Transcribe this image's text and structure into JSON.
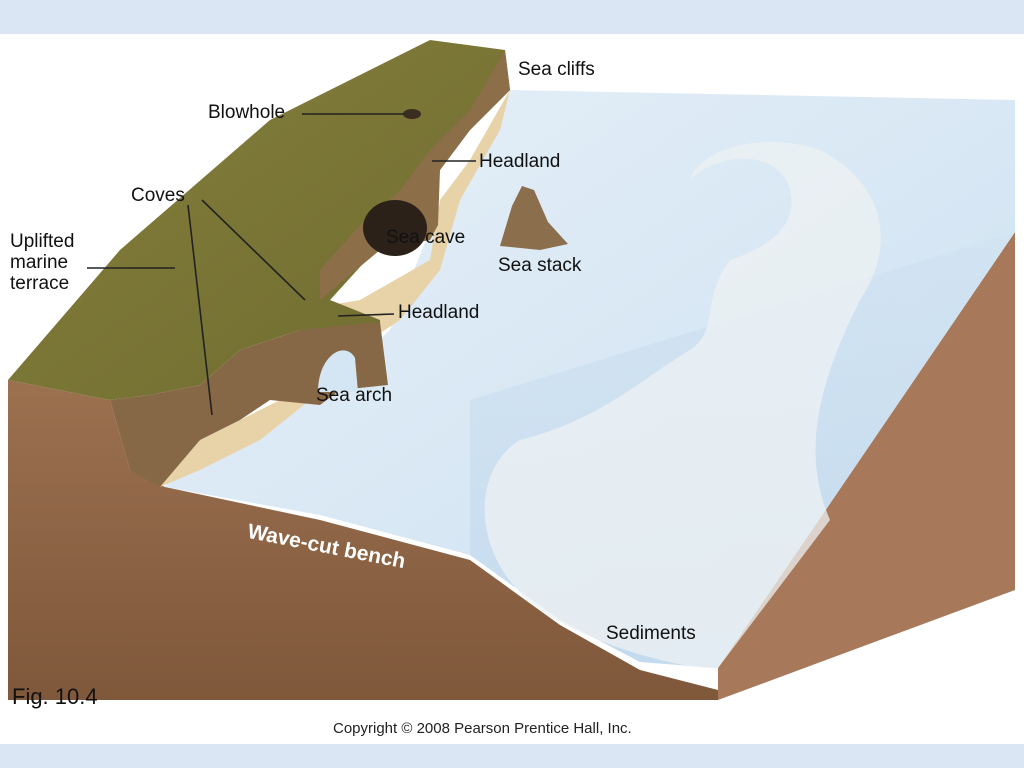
{
  "labels": {
    "sea_cliffs": "Sea cliffs",
    "blowhole": "Blowhole",
    "headland_upper": "Headland",
    "coves": "Coves",
    "uplifted_marine_terrace": "Uplifted marine terrace",
    "sea_cave": "Sea cave",
    "sea_stack": "Sea stack",
    "headland_lower": "Headland",
    "sea_arch": "Sea arch",
    "wave_cut_bench": "Wave-cut bench",
    "sediments": "Sediments"
  },
  "figure_label": "Fig. 10.4",
  "copyright": "Copyright © 2008 Pearson Prentice Hall, Inc.",
  "colors": {
    "band": "#dbe6f4",
    "water": "#d3e6f4",
    "grass": "#7d7a35",
    "cliff": "#8a6a45",
    "soil": "#8e6443",
    "sand": "#e8d2a8"
  }
}
